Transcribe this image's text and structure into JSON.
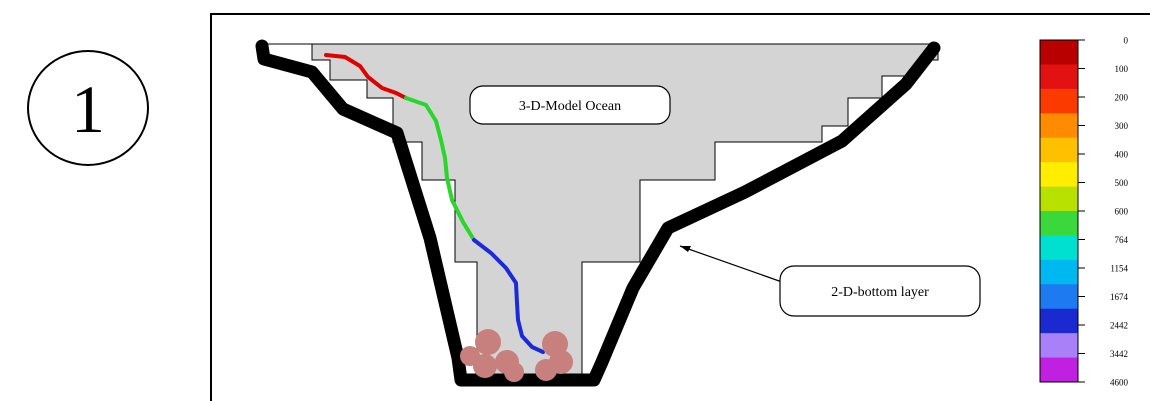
{
  "panel_number": "1",
  "labels": {
    "ocean_model": "3-D-Model Ocean",
    "bottom_layer": "2-D-bottom layer"
  },
  "colorbar": {
    "ticks": [
      "0",
      "100",
      "200",
      "300",
      "400",
      "500",
      "600",
      "764",
      "1154",
      "1674",
      "2442",
      "3442",
      "4600"
    ],
    "colors": [
      "#b80000",
      "#e21212",
      "#fb3a00",
      "#ff8c00",
      "#ffc000",
      "#ffee00",
      "#b8e000",
      "#3ad83a",
      "#00e0d0",
      "#00b8f0",
      "#1e7af0",
      "#1a2ad0",
      "#a880f8",
      "#c020e0"
    ]
  },
  "path_colors": {
    "upper": "#e00000",
    "middle": "#2ad62a",
    "lower": "#1a2ad8"
  },
  "particle_color": "#c8807e",
  "ocean_fill": "#d4d4d4"
}
